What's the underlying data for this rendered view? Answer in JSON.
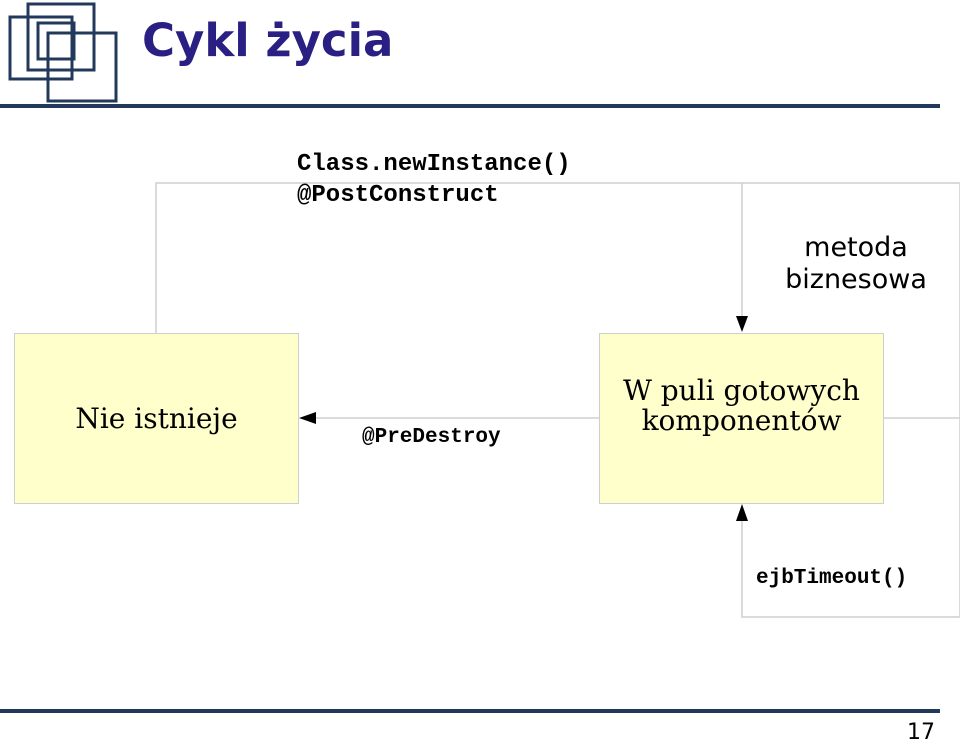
{
  "slide": {
    "title": "Cykl życia",
    "page_number": "17"
  },
  "diagram": {
    "states": {
      "nie_istnieje": "Nie istnieje",
      "w_puli": "W puli gotowych komponentów"
    },
    "transitions": {
      "create_line1": "Class.newInstance()",
      "create_line2": "@PostConstruct",
      "business_method": "metoda biznesowa",
      "destroy": "@PreDestroy",
      "timeout": "ejbTimeout()"
    }
  },
  "colors": {
    "title": "#2a2083",
    "rule": "#23395b",
    "state_fill": "#ffffcc",
    "connector": "#cfcfcf"
  }
}
